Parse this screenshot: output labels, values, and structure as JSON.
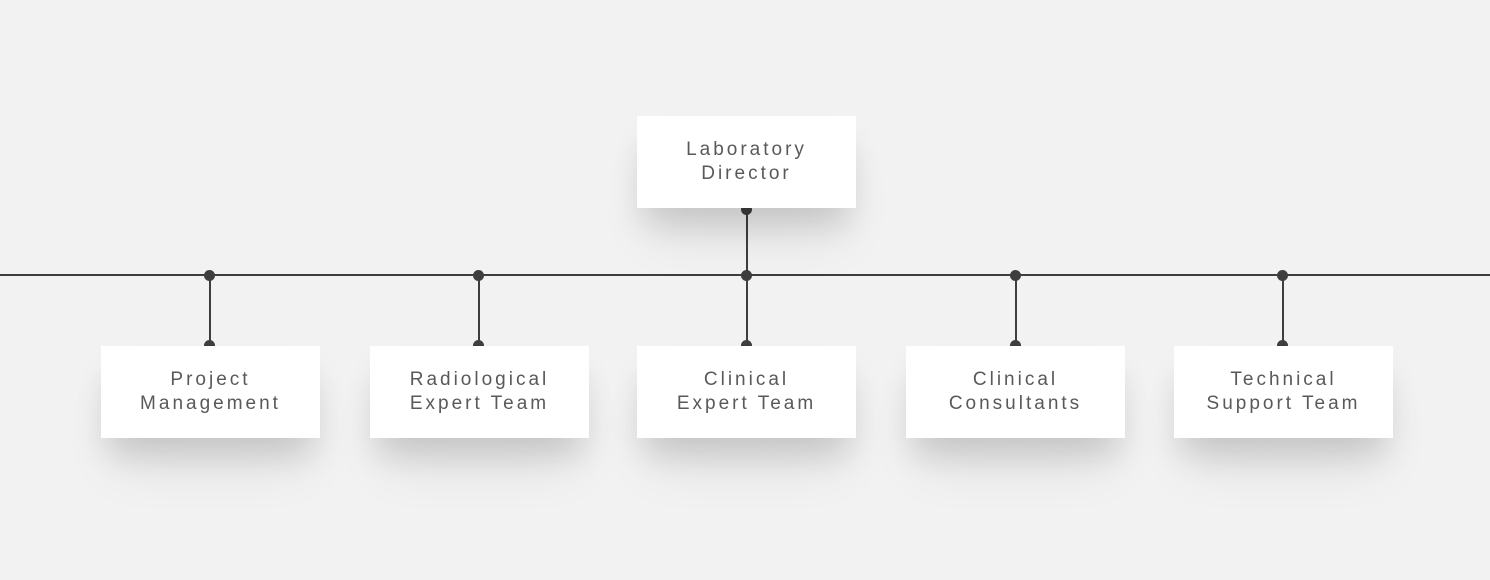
{
  "org_chart": {
    "type": "org-tree",
    "root": {
      "label": "Laboratory\nDirector"
    },
    "children": [
      {
        "label": "Project\nManagement"
      },
      {
        "label": "Radiological\nExpert Team"
      },
      {
        "label": "Clinical\nExpert Team"
      },
      {
        "label": "Clinical\nConsultants"
      },
      {
        "label": "Technical\nSupport Team"
      }
    ]
  },
  "colors": {
    "background": "#f2f2f2",
    "node_background": "#ffffff",
    "connector": "#3c3e40",
    "text": "#58595a"
  }
}
